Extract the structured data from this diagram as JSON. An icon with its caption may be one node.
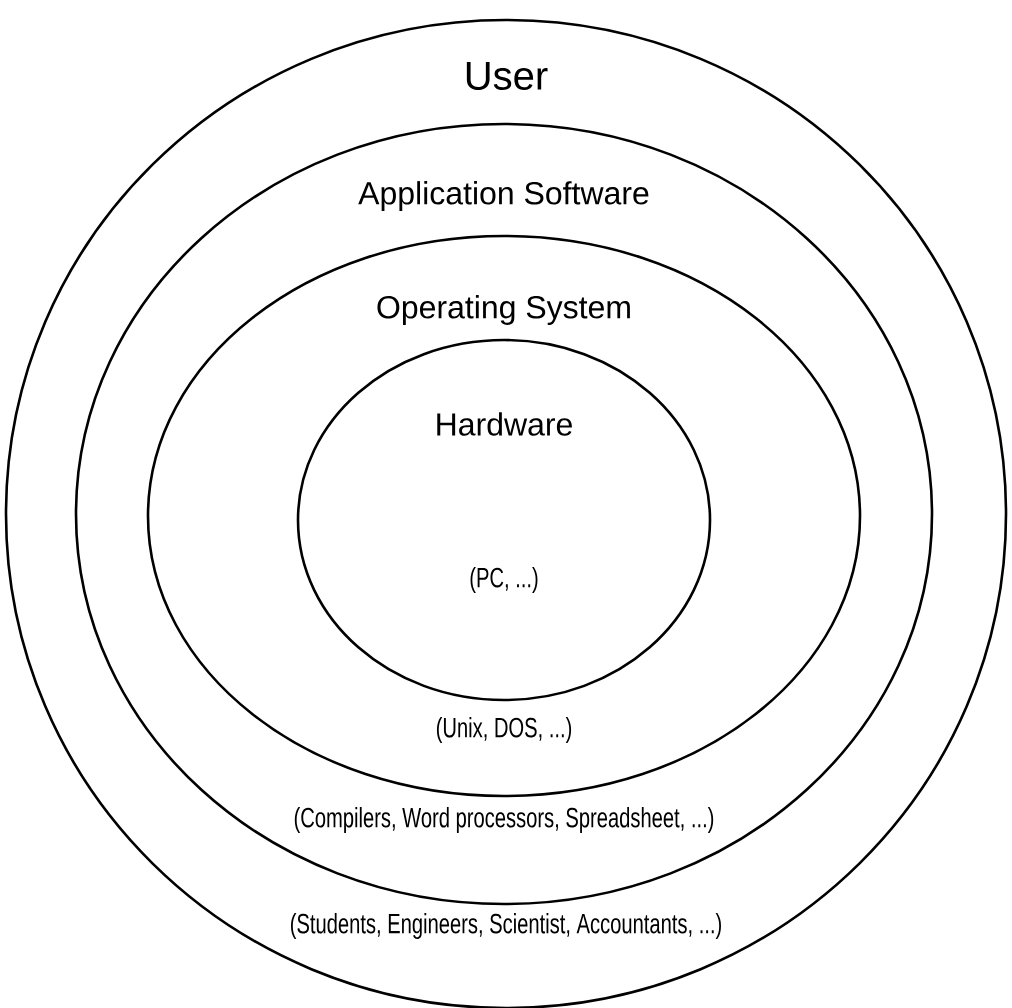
{
  "diagram": {
    "nodes": [
      {
        "text": [
          "User",
          "(Students, Engineers, Scientist, Accountants, ...)"
        ]
      },
      {
        "text": [
          "Application Software",
          "(Compilers, Word processors, Spreadsheet, ...)"
        ],
        "in": 0
      },
      {
        "text": [
          "Operating System",
          "(Unix, DOS, ...)"
        ],
        "in": 1
      },
      {
        "text": [
          "Hardware",
          "(PC, ...)"
        ],
        "in": 2
      }
    ]
  }
}
